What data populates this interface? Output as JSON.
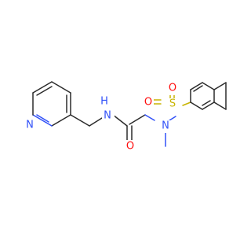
{
  "molecule": {
    "atoms": [
      {
        "id": "n_py",
        "symbol": "N",
        "color": "#3050f8"
      },
      {
        "id": "n_amide",
        "symbol": "N",
        "color": "#3050f8",
        "hydrogen": "H"
      },
      {
        "id": "o_amide",
        "symbol": "O",
        "color": "#ff0d0d"
      },
      {
        "id": "n_sulf",
        "symbol": "N",
        "color": "#3050f8"
      },
      {
        "id": "s",
        "symbol": "S",
        "color": "#c8b400"
      },
      {
        "id": "o_s1",
        "symbol": "O",
        "color": "#ff0d0d"
      },
      {
        "id": "o_s2",
        "symbol": "O",
        "color": "#ff0d0d"
      }
    ],
    "colors": {
      "bond": "#2b2b2b",
      "nitrogen": "#3050f8",
      "oxygen": "#ff0d0d",
      "sulfur": "#c8b400"
    }
  }
}
